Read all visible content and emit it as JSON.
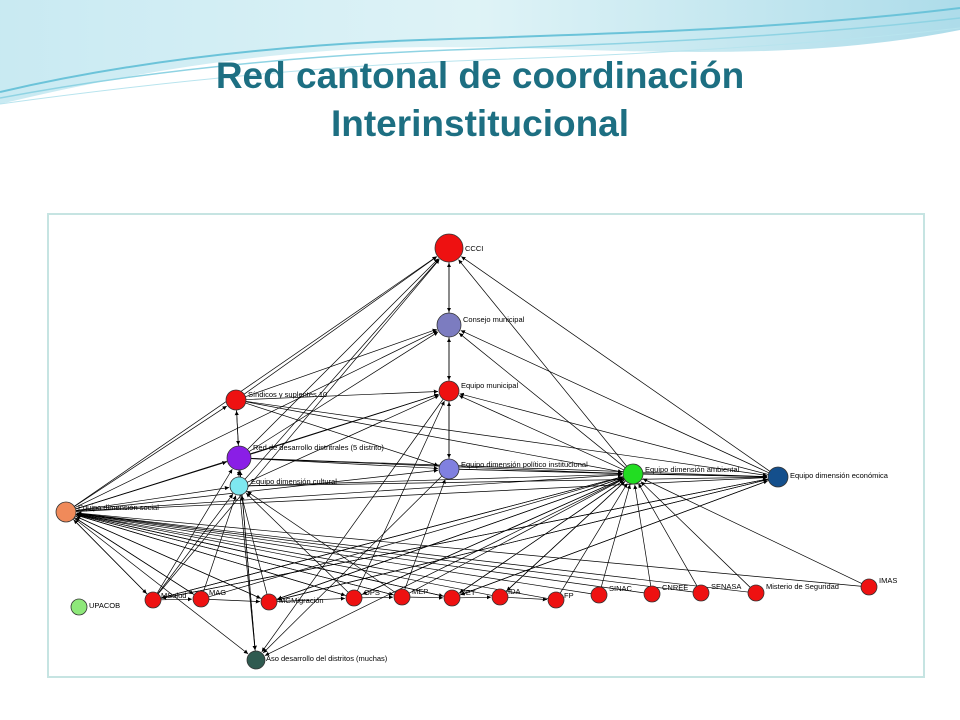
{
  "title": {
    "line1": "Red  cantonal de coordinación",
    "line2": "Interinstitucional"
  },
  "colors": {
    "title": "#1d6f82",
    "frame_border": "#c6e4e2",
    "red_node": "#ee1111",
    "edge": "#000000"
  },
  "nodes": [
    {
      "id": "cci",
      "label": "CCCI",
      "color": "#ee1111"
    },
    {
      "id": "consejo",
      "label": "Consejo municipal",
      "color": "#7c7cc0"
    },
    {
      "id": "equipo_mun",
      "label": "Equipo municipal",
      "color": "#ee1111"
    },
    {
      "id": "sindicos",
      "label": "Síndicos y suplentes 10",
      "color": "#ee1111"
    },
    {
      "id": "red_des",
      "label": "Red de desarrollo distritrales (5 distrito)",
      "color": "#8a1ee6"
    },
    {
      "id": "eq_cultural",
      "label": "Equipo dimensión cultural",
      "color": "#7ee8f0"
    },
    {
      "id": "eq_politico",
      "label": "Equipo dimensión político institucional",
      "color": "#8080e0"
    },
    {
      "id": "eq_ambiental",
      "label": "Equipo dimensión ambiental",
      "color": "#22dd22"
    },
    {
      "id": "eq_economica",
      "label": "Equipo dimensión económica",
      "color": "#144f8c"
    },
    {
      "id": "eq_social",
      "label": "Equipo dimensión social",
      "color": "#f08a5a"
    },
    {
      "id": "upacob",
      "label": "UPACOB",
      "color": "#8ee87a"
    },
    {
      "id": "msalud",
      "label": "MSalud",
      "color": "#ee1111"
    },
    {
      "id": "mag",
      "label": "MAG",
      "color": "#ee1111"
    },
    {
      "id": "mgm",
      "label": "MGMigración",
      "color": "#ee1111"
    },
    {
      "id": "ops",
      "label": "OPS",
      "color": "#ee1111"
    },
    {
      "id": "mep",
      "label": "MEP",
      "color": "#ee1111"
    },
    {
      "id": "oet",
      "label": "OET",
      "color": "#ee1111"
    },
    {
      "id": "ida",
      "label": "IDA",
      "color": "#ee1111"
    },
    {
      "id": "fp",
      "label": "FP",
      "color": "#ee1111"
    },
    {
      "id": "sinac",
      "label": "SINAC",
      "color": "#ee1111"
    },
    {
      "id": "cnree",
      "label": "CNREE",
      "color": "#ee1111"
    },
    {
      "id": "senasa",
      "label": "SENASA",
      "color": "#ee1111"
    },
    {
      "id": "misterio",
      "label": "Misterio de Seguridad",
      "color": "#ee1111"
    },
    {
      "id": "imas",
      "label": "IMAS",
      "color": "#ee1111"
    },
    {
      "id": "aso",
      "label": "Aso desarrollo del distritos (muchas)",
      "color": "#2f5a50"
    }
  ],
  "edges": [
    [
      "consejo",
      "cci"
    ],
    [
      "cci",
      "consejo"
    ],
    [
      "equipo_mun",
      "consejo"
    ],
    [
      "consejo",
      "equipo_mun"
    ],
    [
      "sindicos",
      "cci"
    ],
    [
      "red_des",
      "cci"
    ],
    [
      "eq_social",
      "cci"
    ],
    [
      "eq_ambiental",
      "cci"
    ],
    [
      "eq_economica",
      "cci"
    ],
    [
      "eq_cultural",
      "cci"
    ],
    [
      "msalud",
      "cci"
    ],
    [
      "sindicos",
      "consejo"
    ],
    [
      "red_des",
      "consejo"
    ],
    [
      "eq_social",
      "consejo"
    ],
    [
      "eq_ambiental",
      "consejo"
    ],
    [
      "eq_economica",
      "consejo"
    ],
    [
      "sindicos",
      "equipo_mun"
    ],
    [
      "red_des",
      "equipo_mun"
    ],
    [
      "eq_cultural",
      "equipo_mun"
    ],
    [
      "eq_ambiental",
      "equipo_mun"
    ],
    [
      "eq_economica",
      "equipo_mun"
    ],
    [
      "eq_social",
      "equipo_mun"
    ],
    [
      "sindicos",
      "red_des"
    ],
    [
      "red_des",
      "sindicos"
    ],
    [
      "red_des",
      "eq_cultural"
    ],
    [
      "eq_cultural",
      "red_des"
    ],
    [
      "red_des",
      "eq_politico"
    ],
    [
      "sindicos",
      "eq_politico"
    ],
    [
      "equipo_mun",
      "eq_politico"
    ],
    [
      "eq_politico",
      "equipo_mun"
    ],
    [
      "sindicos",
      "eq_ambiental"
    ],
    [
      "sindicos",
      "eq_economica"
    ],
    [
      "red_des",
      "eq_ambiental"
    ],
    [
      "eq_cultural",
      "eq_ambiental"
    ],
    [
      "eq_politico",
      "eq_ambiental"
    ],
    [
      "eq_ambiental",
      "eq_economica"
    ],
    [
      "eq_social",
      "eq_ambiental"
    ],
    [
      "eq_social",
      "eq_economica"
    ],
    [
      "eq_social",
      "sindicos"
    ],
    [
      "eq_social",
      "red_des"
    ],
    [
      "eq_social",
      "eq_cultural"
    ],
    [
      "eq_social",
      "eq_politico"
    ],
    [
      "msalud",
      "eq_cultural"
    ],
    [
      "msalud",
      "red_des"
    ],
    [
      "msalud",
      "eq_social"
    ],
    [
      "msalud",
      "eq_ambiental"
    ],
    [
      "msalud",
      "eq_economica"
    ],
    [
      "mag",
      "eq_cultural"
    ],
    [
      "mag",
      "eq_ambiental"
    ],
    [
      "mag",
      "eq_social"
    ],
    [
      "mgm",
      "eq_social"
    ],
    [
      "mgm",
      "eq_ambiental"
    ],
    [
      "mgm",
      "eq_economica"
    ],
    [
      "mgm",
      "eq_cultural"
    ],
    [
      "ops",
      "eq_social"
    ],
    [
      "ops",
      "eq_ambiental"
    ],
    [
      "ops",
      "eq_cultural"
    ],
    [
      "ops",
      "equipo_mun"
    ],
    [
      "mep",
      "eq_social"
    ],
    [
      "mep",
      "eq_ambiental"
    ],
    [
      "mep",
      "eq_cultural"
    ],
    [
      "mep",
      "eq_politico"
    ],
    [
      "oet",
      "eq_social"
    ],
    [
      "oet",
      "eq_ambiental"
    ],
    [
      "oet",
      "eq_economica"
    ],
    [
      "ida",
      "eq_social"
    ],
    [
      "ida",
      "eq_ambiental"
    ],
    [
      "fp",
      "eq_social"
    ],
    [
      "fp",
      "eq_ambiental"
    ],
    [
      "sinac",
      "eq_ambiental"
    ],
    [
      "sinac",
      "eq_social"
    ],
    [
      "cnree",
      "eq_ambiental"
    ],
    [
      "cnree",
      "eq_social"
    ],
    [
      "senasa",
      "eq_ambiental"
    ],
    [
      "senasa",
      "eq_social"
    ],
    [
      "misterio",
      "eq_ambiental"
    ],
    [
      "misterio",
      "eq_social"
    ],
    [
      "imas",
      "eq_social"
    ],
    [
      "imas",
      "eq_ambiental"
    ],
    [
      "eq_ambiental",
      "msalud"
    ],
    [
      "eq_ambiental",
      "mgm"
    ],
    [
      "eq_ambiental",
      "ops"
    ],
    [
      "eq_ambiental",
      "oet"
    ],
    [
      "eq_ambiental",
      "ida"
    ],
    [
      "eq_economica",
      "msalud"
    ],
    [
      "eq_economica",
      "mgm"
    ],
    [
      "eq_economica",
      "oet"
    ],
    [
      "eq_social",
      "msalud"
    ],
    [
      "eq_social",
      "mag"
    ],
    [
      "eq_social",
      "mgm"
    ],
    [
      "eq_social",
      "ops"
    ],
    [
      "eq_social",
      "mep"
    ],
    [
      "eq_social",
      "oet"
    ],
    [
      "eq_cultural",
      "aso"
    ],
    [
      "red_des",
      "aso"
    ],
    [
      "aso",
      "red_des"
    ],
    [
      "eq_social",
      "aso"
    ],
    [
      "eq_ambiental",
      "aso"
    ],
    [
      "eq_politico",
      "aso"
    ],
    [
      "equipo_mun",
      "aso"
    ],
    [
      "msalud",
      "mag"
    ],
    [
      "mag",
      "mgm"
    ],
    [
      "mgm",
      "ops"
    ],
    [
      "ops",
      "mep"
    ],
    [
      "mep",
      "oet"
    ],
    [
      "oet",
      "ida"
    ],
    [
      "ida",
      "fp"
    ],
    [
      "eq_politico",
      "eq_economica"
    ],
    [
      "eq_cultural",
      "eq_economica"
    ],
    [
      "red_des",
      "eq_economica"
    ]
  ]
}
